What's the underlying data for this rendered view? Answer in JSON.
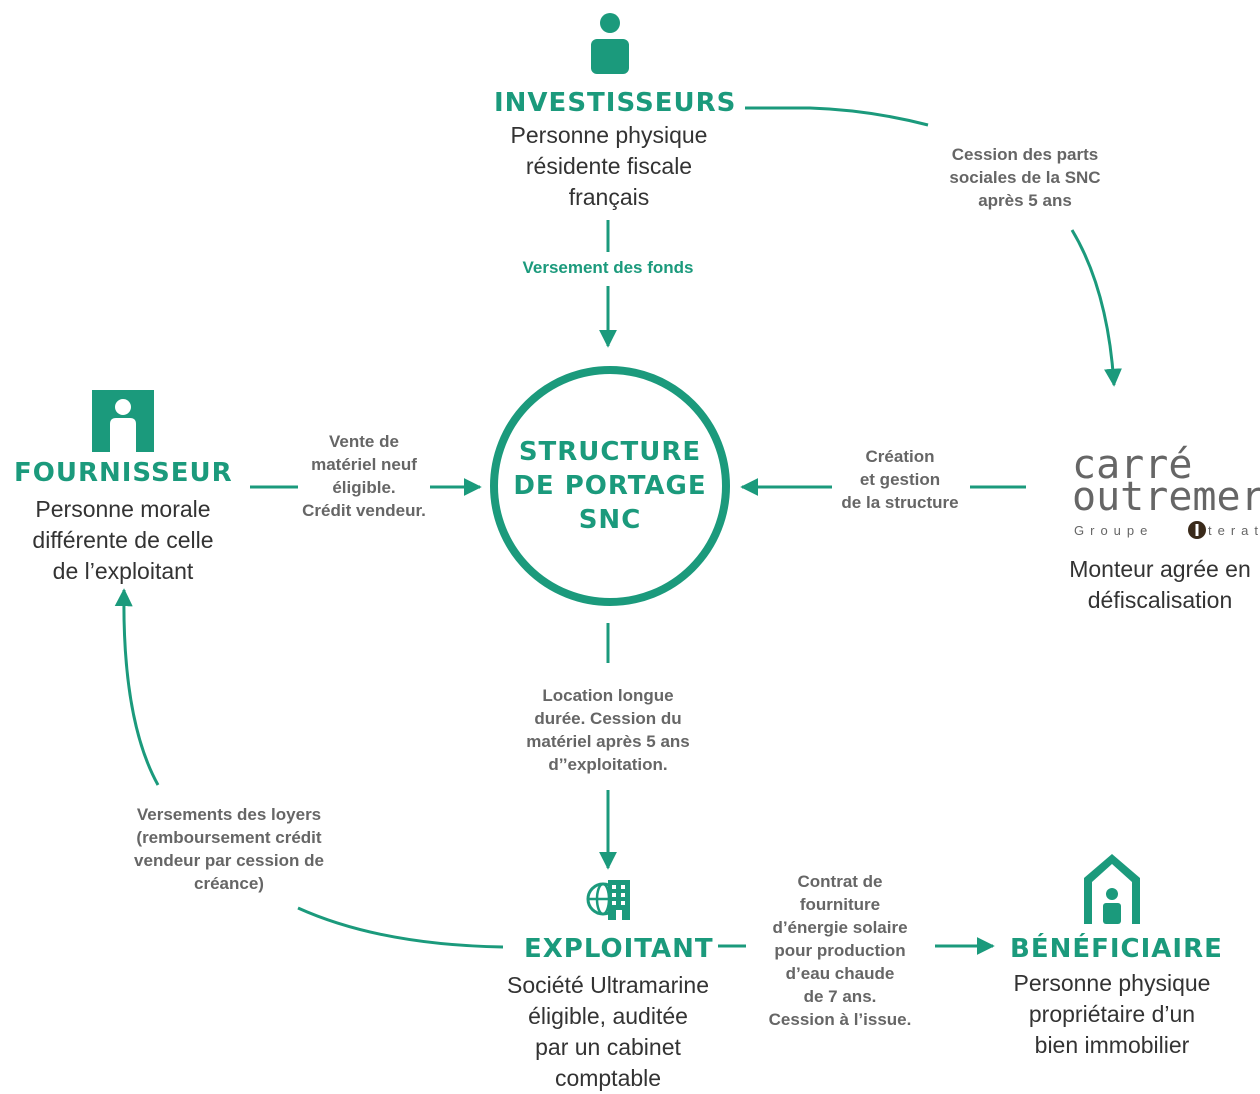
{
  "center": {
    "label": "STRUCTURE\nDE PORTAGE\nSNC"
  },
  "investisseurs": {
    "title": "INVESTISSEURS",
    "description": "Personne physique\nrésidente fiscale\nfrançais"
  },
  "fournisseur": {
    "title": "FOURNISSEUR",
    "description": "Personne morale\ndifférente de celle\nde l’exploitant"
  },
  "exploitant": {
    "title": "EXPLOITANT",
    "description": "Société Ultramarine\néligible, auditée\npar un cabinet\ncomptable"
  },
  "beneficiaire": {
    "title": "BÉNÉFICIAIRE",
    "description": "Personne physique\npropriétaire d’un\nbien immobilier"
  },
  "monteur": {
    "logo_line1": "carré",
    "logo_line2": "outremer",
    "logo_group": "Groupe",
    "logo_group_suffix": "terato",
    "description": "Monteur agrée en\ndéfiscalisation"
  },
  "flows": {
    "versement_fonds": "Versement des fonds",
    "cession_parts": "Cession des parts\nsociales de la SNC\naprès 5 ans",
    "vente_materiel": "Vente de\nmatériel neuf\néligible.\nCrédit vendeur.",
    "creation_gestion": "Création\net gestion\nde la structure",
    "location": "Location longue\ndurée. Cession du\nmatériel après 5 ans\nd’’exploitation.",
    "versements_loyers": "Versements des loyers\n(remboursement crédit\nvendeur par cession de\ncréance)",
    "contrat": "Contrat de\nfourniture\nd’énergie solaire\npour production\nd’eau chaude\nde 7 ans.\nCession à l’issue."
  },
  "colors": {
    "accent": "#1b9a7c",
    "text": "#333333",
    "flow_text": "#666666",
    "logo": "#666666"
  },
  "icons": {
    "investisseurs": "person-icon",
    "fournisseur": "person-badge-icon",
    "exploitant": "building-globe-icon",
    "beneficiaire": "house-person-icon",
    "monteur": "iterato-mark-icon"
  }
}
